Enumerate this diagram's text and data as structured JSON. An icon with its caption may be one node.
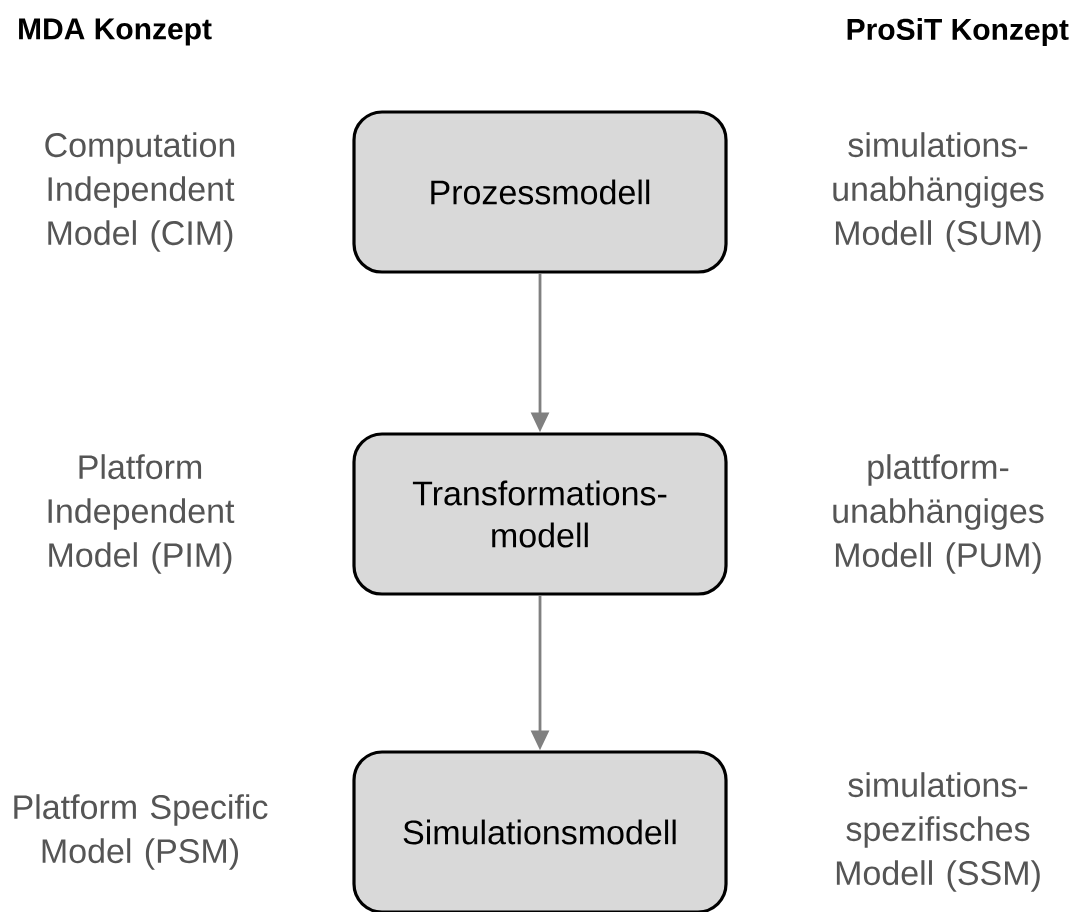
{
  "diagram": {
    "nodes": [
      {
        "text": [
          "Prozessmodell"
        ]
      },
      {
        "text": [
          "Transformations- modell"
        ]
      },
      {
        "text": [
          "Simulationsmodell"
        ]
      }
    ],
    "edges": [
      {
        "from": 0,
        "to": 1,
        "arrow": "to"
      },
      {
        "from": 1,
        "to": 2,
        "arrow": "to"
      }
    ],
    "labels": [
      "MDA Konzept",
      "ProSiT Konzept",
      "Computation Independent Model (CIM)",
      "simulations- unabhängiges Modell (SUM)",
      "Platform Independent Model (PIM)",
      "plattform- unabhängiges Modell (PUM)",
      "Platform Specific Model (PSM)",
      "simulations- spezifisches Modell (SSM)"
    ]
  }
}
